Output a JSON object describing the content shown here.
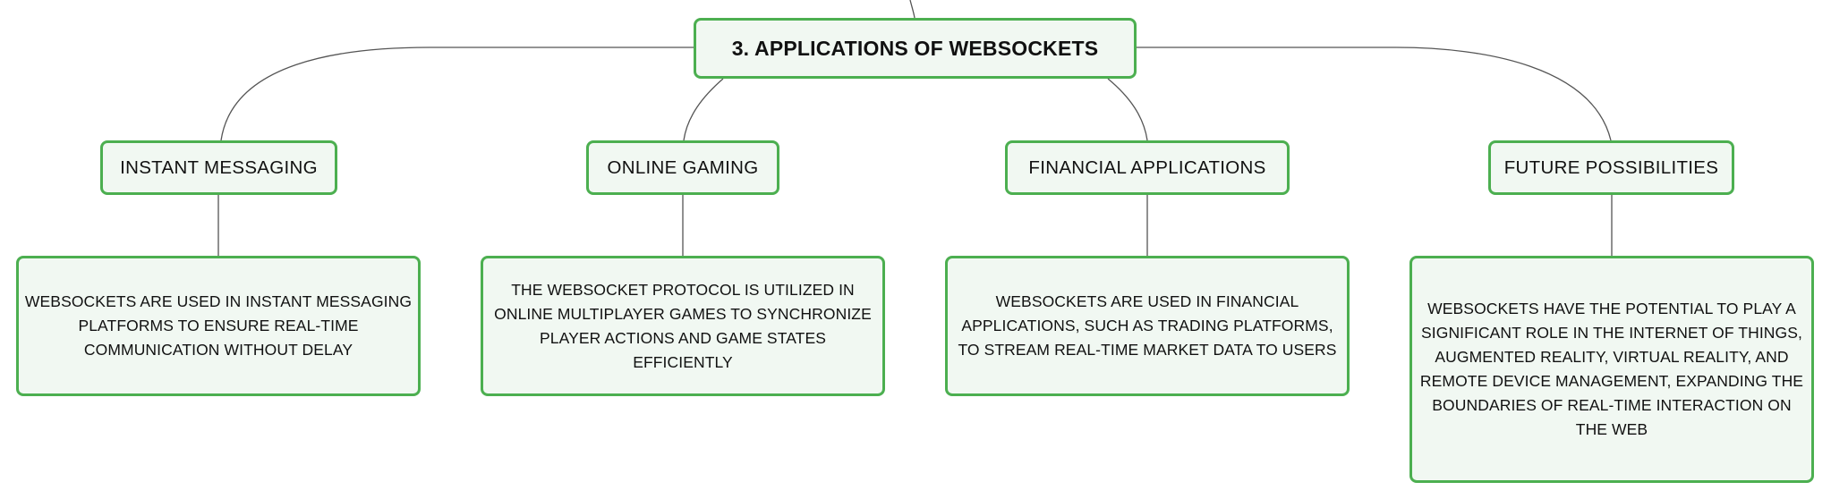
{
  "root": {
    "label": "3. APPLICATIONS OF WEBSOCKETS"
  },
  "branches": [
    {
      "id": "instant-messaging",
      "title": "INSTANT MESSAGING",
      "description": "WEBSOCKETS ARE USED IN INSTANT MESSAGING PLATFORMS TO ENSURE REAL-TIME COMMUNICATION WITHOUT DELAY"
    },
    {
      "id": "online-gaming",
      "title": "ONLINE GAMING",
      "description": "THE WEBSOCKET PROTOCOL IS UTILIZED IN ONLINE MULTIPLAYER GAMES TO SYNCHRONIZE PLAYER ACTIONS AND GAME STATES EFFICIENTLY"
    },
    {
      "id": "financial-applications",
      "title": "FINANCIAL APPLICATIONS",
      "description": "WEBSOCKETS ARE USED IN FINANCIAL APPLICATIONS, SUCH AS TRADING PLATFORMS, TO STREAM REAL-TIME MARKET DATA TO USERS"
    },
    {
      "id": "future-possibilities",
      "title": "FUTURE POSSIBILITIES",
      "description": "WEBSOCKETS HAVE THE POTENTIAL TO PLAY A SIGNIFICANT ROLE IN THE INTERNET OF THINGS, AUGMENTED REALITY, VIRTUAL REALITY, AND REMOTE DEVICE MANAGEMENT, EXPANDING THE BOUNDARIES OF REAL-TIME INTERACTION ON THE WEB"
    }
  ],
  "colors": {
    "node_border": "#4caf50",
    "node_fill": "#f1f8f2",
    "connector": "#555555",
    "text": "#111111"
  }
}
